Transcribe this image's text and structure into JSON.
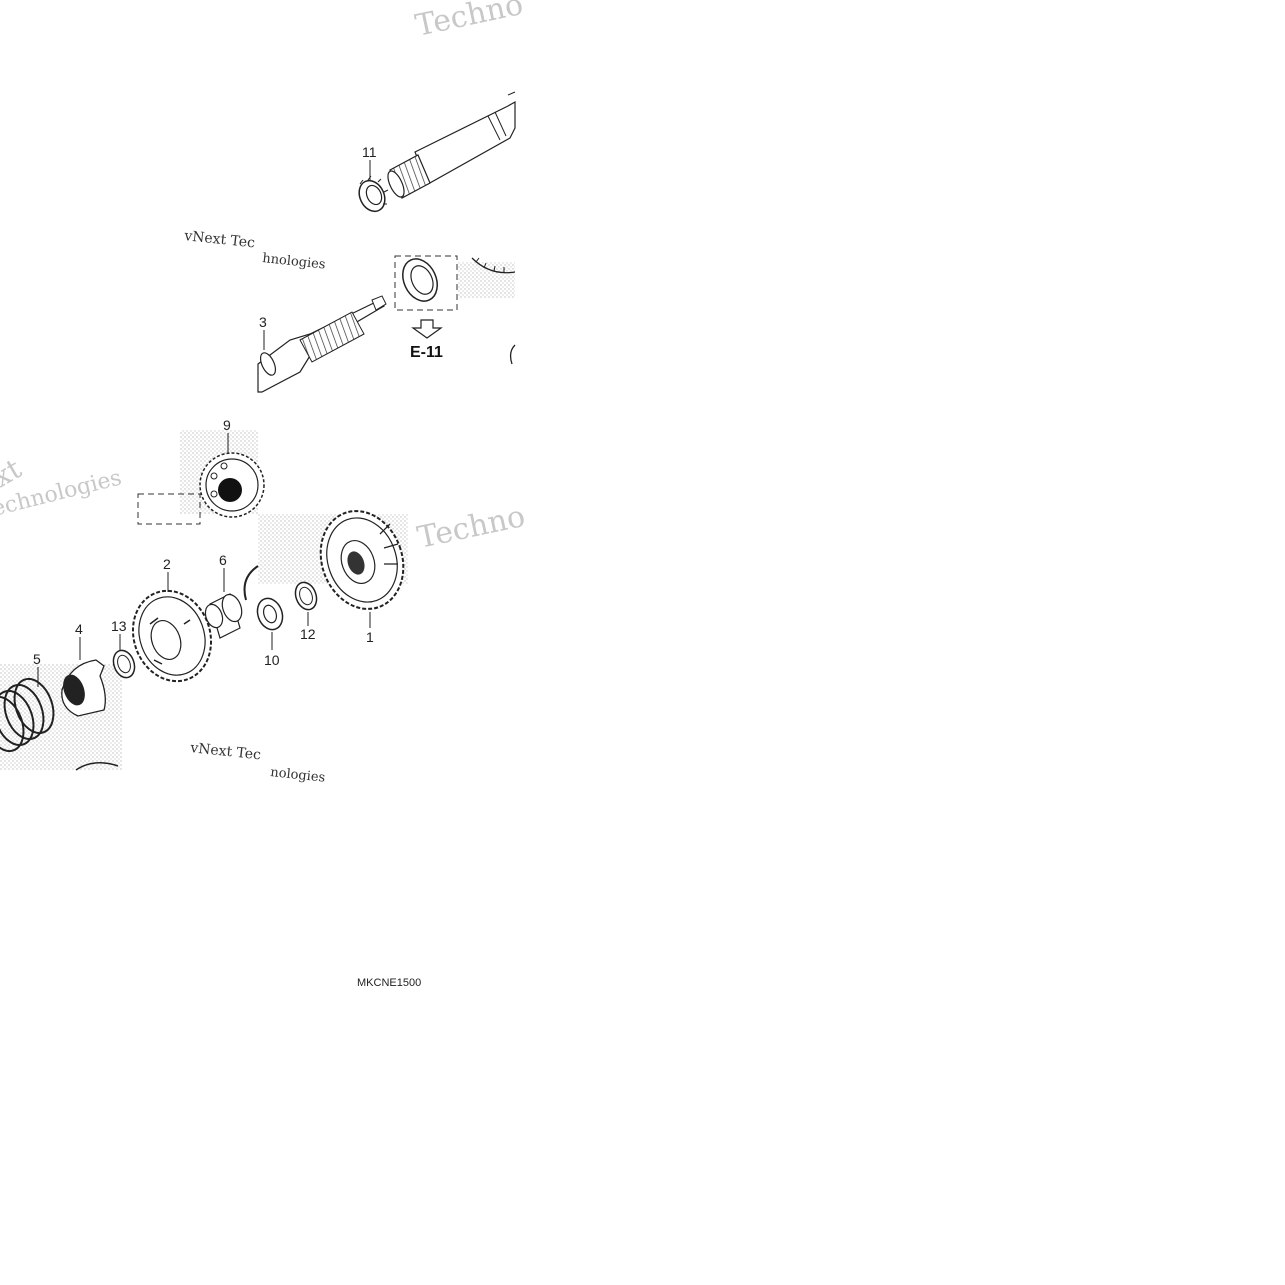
{
  "diagram": {
    "callouts": {
      "c1": "1",
      "c2": "2",
      "c3": "3",
      "c4": "4",
      "c5": "5",
      "c6": "6",
      "c9": "9",
      "c10": "10",
      "c11": "11",
      "c12": "12",
      "c13": "13"
    },
    "reference_label": "E-11",
    "diagram_code": "MKCNE1500"
  },
  "watermark": {
    "brand_text": "vNext Technologies",
    "fragments": {
      "w1": "Techno",
      "w2": "vNext Tec",
      "w3": "hnologies",
      "w4": "xt",
      "w5": "echnologies",
      "w6": "Techno",
      "w7": "vNext Tec",
      "w8": "nologies"
    }
  }
}
